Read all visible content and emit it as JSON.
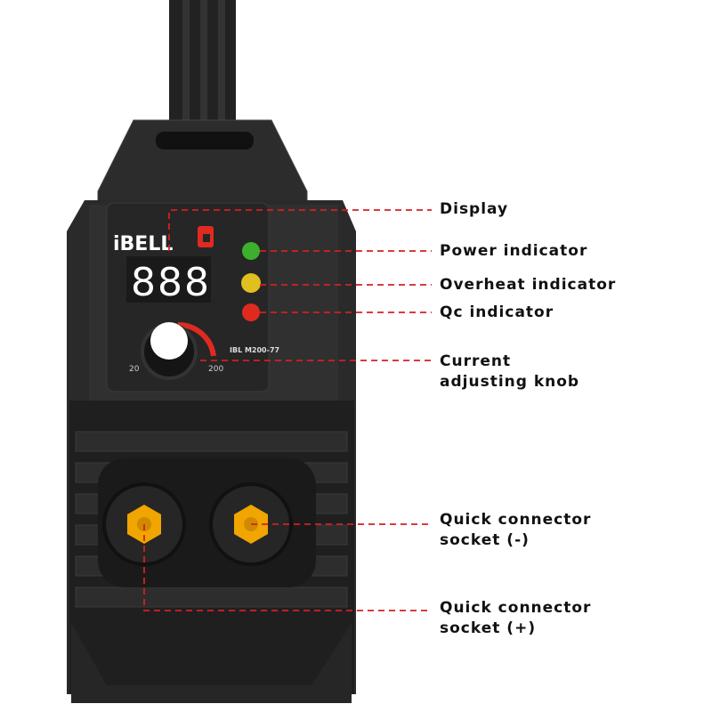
{
  "product": {
    "brand": "iBELL",
    "display_digits": "888",
    "model": "IBL M200-77",
    "knob_min": "20",
    "knob_max": "200"
  },
  "callouts": [
    {
      "id": "display",
      "lines": [
        "Display"
      ]
    },
    {
      "id": "power",
      "lines": [
        "Power indicator"
      ]
    },
    {
      "id": "overheat",
      "lines": [
        "Overheat indicator"
      ]
    },
    {
      "id": "qc",
      "lines": [
        "Qc indicator"
      ]
    },
    {
      "id": "knob",
      "lines": [
        "Current",
        "adjusting knob"
      ]
    },
    {
      "id": "socket-neg",
      "lines": [
        "Quick connector",
        "socket (-)"
      ]
    },
    {
      "id": "socket-pos",
      "lines": [
        "Quick connector",
        "socket (+)"
      ]
    }
  ],
  "colors": {
    "leader": "#d42020",
    "body": "#2a2a2a",
    "power_led": "#3cb02c",
    "overheat_led": "#e0c020",
    "qc_led": "#e02a20",
    "connector": "#f0a500"
  }
}
